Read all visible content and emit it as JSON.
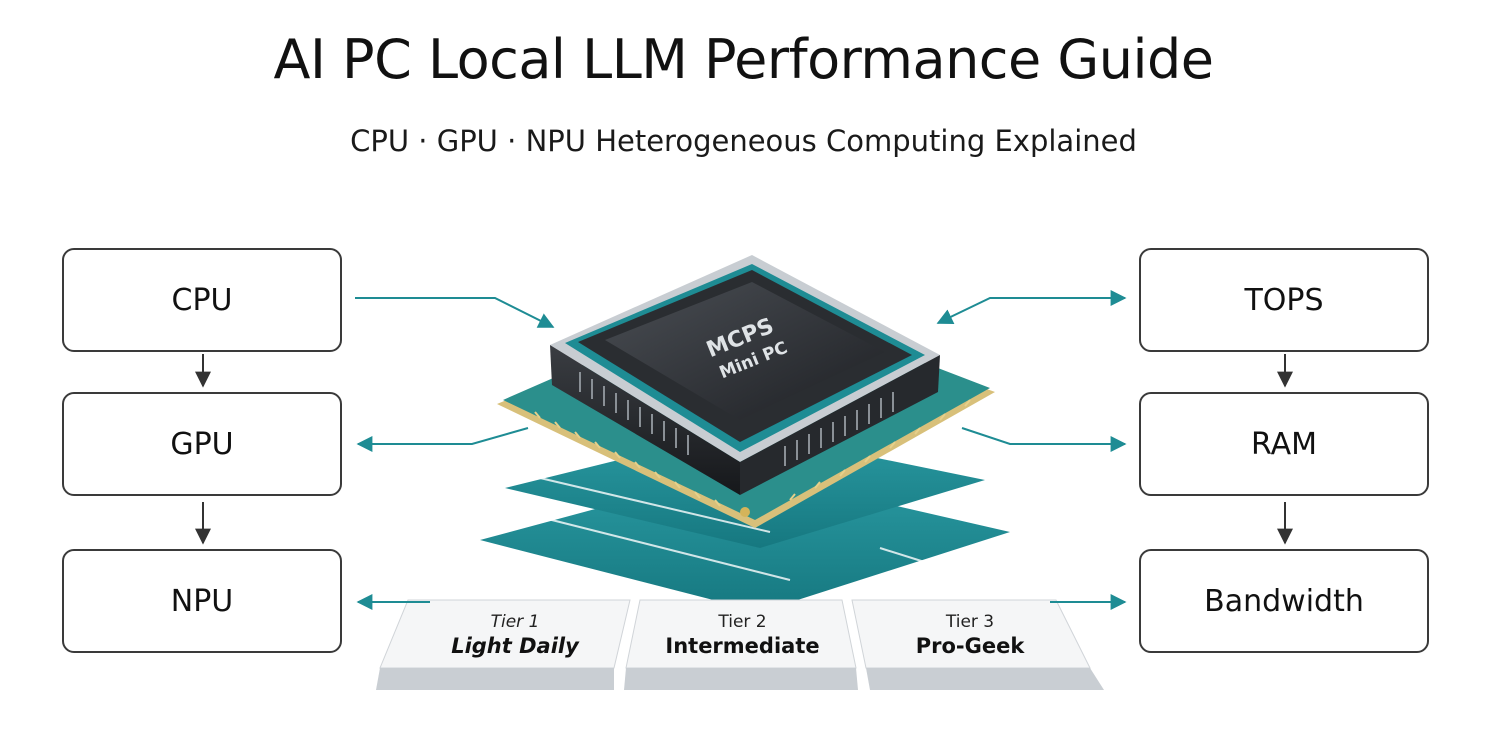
{
  "header": {
    "title": "AI PC Local LLM Performance Guide",
    "subtitle": "CPU · GPU · NPU Heterogeneous Computing Explained"
  },
  "left_boxes": [
    "CPU",
    "GPU",
    "NPU"
  ],
  "right_boxes": [
    "TOPS",
    "RAM",
    "Bandwidth"
  ],
  "chip": {
    "line1": "MCPS",
    "line2": "Mini PC"
  },
  "tiers": [
    {
      "tier": "Tier 1",
      "name": "Light Daily"
    },
    {
      "tier": "Tier 2",
      "name": "Intermediate"
    },
    {
      "tier": "Tier 3",
      "name": "Pro-Geek"
    }
  ],
  "colors": {
    "teal": "#1e8c94",
    "teal_dark": "#156a72",
    "chip_dark": "#2a2d31",
    "board_gold": "#c9a24a",
    "box_border": "#3a3a3a"
  }
}
